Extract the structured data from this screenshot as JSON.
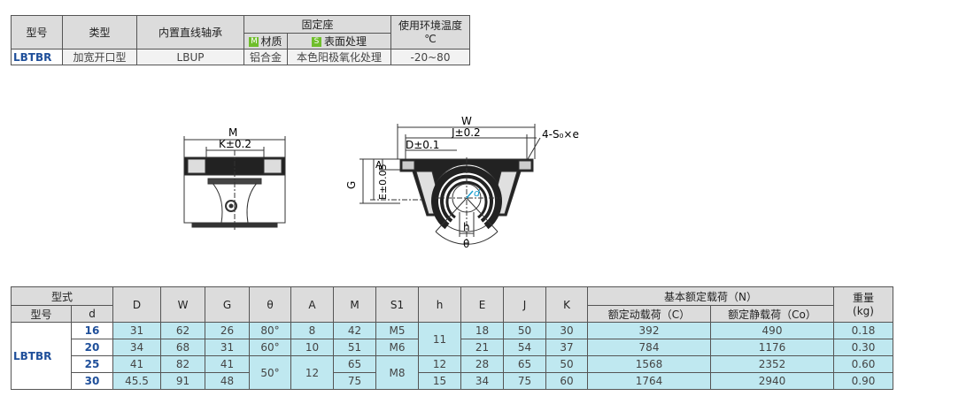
{
  "spec_table": {
    "headers": {
      "model": "型号",
      "type": "类型",
      "bearing": "内置直线轴承",
      "housing": "固定座",
      "material_tag": "M",
      "material": "材质",
      "surface_tag": "S",
      "surface": "表面处理",
      "temp": "使用环境温度",
      "temp_unit": "℃"
    },
    "row": {
      "model": "LBTBR",
      "type": "加宽开口型",
      "bearing": "LBUP",
      "material": "铝合金",
      "surface": "本色阳极氧化处理",
      "temp": "-20~80"
    }
  },
  "drawing": {
    "labels": {
      "M": "M",
      "K": "K±0.2",
      "W": "W",
      "J": "J±0.2",
      "D": "D±0.1",
      "S": "4-S₀×e",
      "G": "G",
      "E": "E±0.05",
      "A": "A",
      "h": "h",
      "theta": "θ",
      "d": "d"
    }
  },
  "data_table": {
    "headers": {
      "type_group": "型式",
      "model": "型号",
      "d": "d",
      "cols": [
        "D",
        "W",
        "G",
        "θ",
        "A",
        "M",
        "S1",
        "h",
        "E",
        "J",
        "K"
      ],
      "load": "基本额定载荷（N）",
      "dyn": "额定动载荷（C）",
      "stat": "额定静载荷（Co）",
      "weight": "重量",
      "weight_unit": "(kg)"
    },
    "model": "LBTBR",
    "rows": [
      {
        "d": "16",
        "D": "31",
        "W": "62",
        "G": "26",
        "theta": "80°",
        "A": "8",
        "M": "42",
        "S1": "M5",
        "h": "11",
        "E": "18",
        "J": "50",
        "K": "30",
        "C": "392",
        "Co": "490",
        "kg": "0.18"
      },
      {
        "d": "20",
        "D": "34",
        "W": "68",
        "G": "31",
        "theta": "60°",
        "A": "10",
        "M": "51",
        "S1": "M6",
        "E": "21",
        "J": "54",
        "K": "37",
        "C": "784",
        "Co": "1176",
        "kg": "0.30"
      },
      {
        "d": "25",
        "D": "41",
        "W": "82",
        "G": "41",
        "theta": "50°",
        "A": "12",
        "M": "65",
        "S1": "M8",
        "h": "12",
        "E": "28",
        "J": "65",
        "K": "50",
        "C": "1568",
        "Co": "2352",
        "kg": "0.60"
      },
      {
        "d": "30",
        "D": "45.5",
        "W": "91",
        "G": "48",
        "M": "75",
        "h": "15",
        "E": "34",
        "J": "75",
        "K": "60",
        "C": "1764",
        "Co": "2940",
        "kg": "0.90"
      }
    ]
  }
}
